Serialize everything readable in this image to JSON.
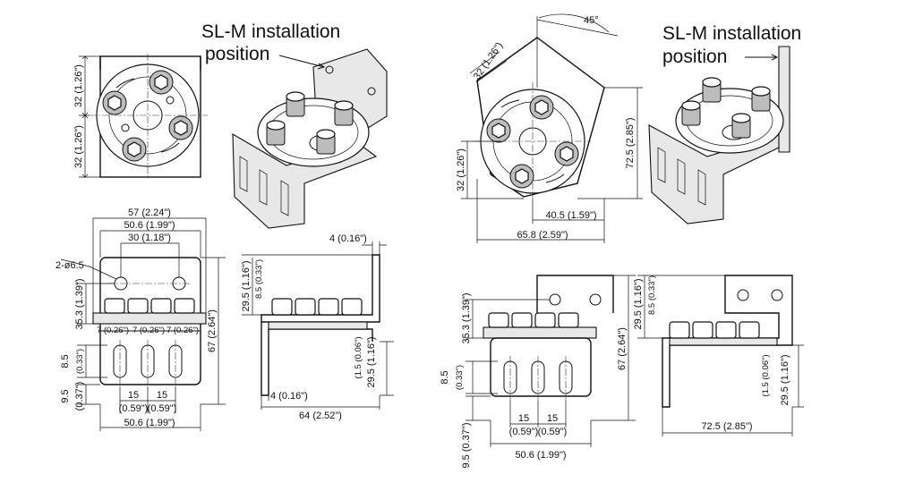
{
  "callouts": {
    "left_line1": "SL-M installation",
    "left_line2": "position",
    "right_line1": "SL-M installation",
    "right_line2": "position"
  },
  "dims": {
    "d32_126_a": "32 (1.26\")",
    "d32_126_b": "32 (1.26\")",
    "d57": "57 (2.24\")",
    "d506_top": "50.6 (1.99\")",
    "d30": "30 (1.18\")",
    "d2phi": "2-ø6.5",
    "d353": "35.3 (1.39\")",
    "d67": "67 (2.64\")",
    "d7a": "7 (0.26\")",
    "d7b": "7 (0.26\")",
    "d7c": "7 (0.26\")",
    "d85": "8.5",
    "d85in": "(0.33\")",
    "d95": "9.5",
    "d95in": "(0.37\")",
    "d15a": "15",
    "d15b": "15",
    "d059a": "(0.59\")",
    "d059b": "(0.59\")",
    "d506_bot": "50.6 (1.99\")",
    "d4_top": "4 (0.16\")",
    "d295_top": "29.5 (1.16\")",
    "d85_033": "8.5 (0.33\")",
    "d15_006": "(1.5 (0.06\")",
    "d295_side": "29.5 (1.16\")",
    "d4_bot": "4 (0.16\")",
    "d64": "64 (2.52\")",
    "r45": "45°",
    "r32_126": "32 (1.26\")",
    "r725": "72.5 (2.85\")",
    "r32_126_b": "32 (1.26\")",
    "r405": "40.5 (1.59\")",
    "r658": "65.8 (2.59\")",
    "r353": "35.3 (1.39\")",
    "r85": "8.5",
    "r85in": "(0.33\")",
    "r95": "9.5 (0.37\")",
    "r15a": "15",
    "r15b": "15",
    "r059a": "(0.59\")",
    "r059b": "(0.59\")",
    "r506": "50.6 (1.99\")",
    "r67": "67 (2.64\")",
    "r295_top": "29.5 (1.16\")",
    "r85_033": "8.5 (0.33\")",
    "r15_006": "(1.5 (0.06\")",
    "r295_side": "29.5 (1.16\")",
    "r725_bot": "72.5 (2.85\")"
  }
}
